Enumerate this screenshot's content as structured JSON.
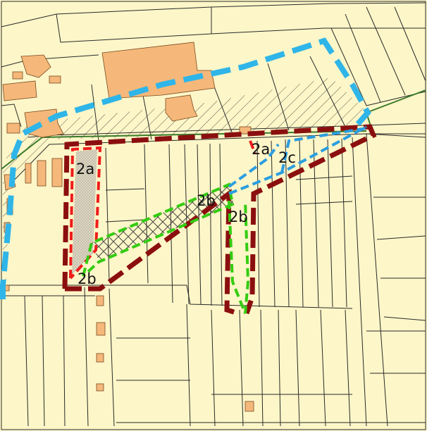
{
  "map": {
    "labels": {
      "zone_2a_west": "2a",
      "zone_2a_east": "2a",
      "zone_2b_south": "2b",
      "zone_2b_middle": "2b",
      "zone_2b_east": "2b",
      "zone_2c": "2c"
    },
    "colors": {
      "parcel_fill": "#fdf6c8",
      "parcel_line": "#2a2a2a",
      "building": "#f5b87a",
      "building_line": "#7a4a20",
      "plan_boundary": "#8b0f0f",
      "subzone_red": "#ee1c1c",
      "subzone_green": "#33cc11",
      "subzone_blue": "#2b9ee0",
      "outer_zone_cyan": "#2fb5e8",
      "road_green": "#3a7a2a"
    }
  }
}
